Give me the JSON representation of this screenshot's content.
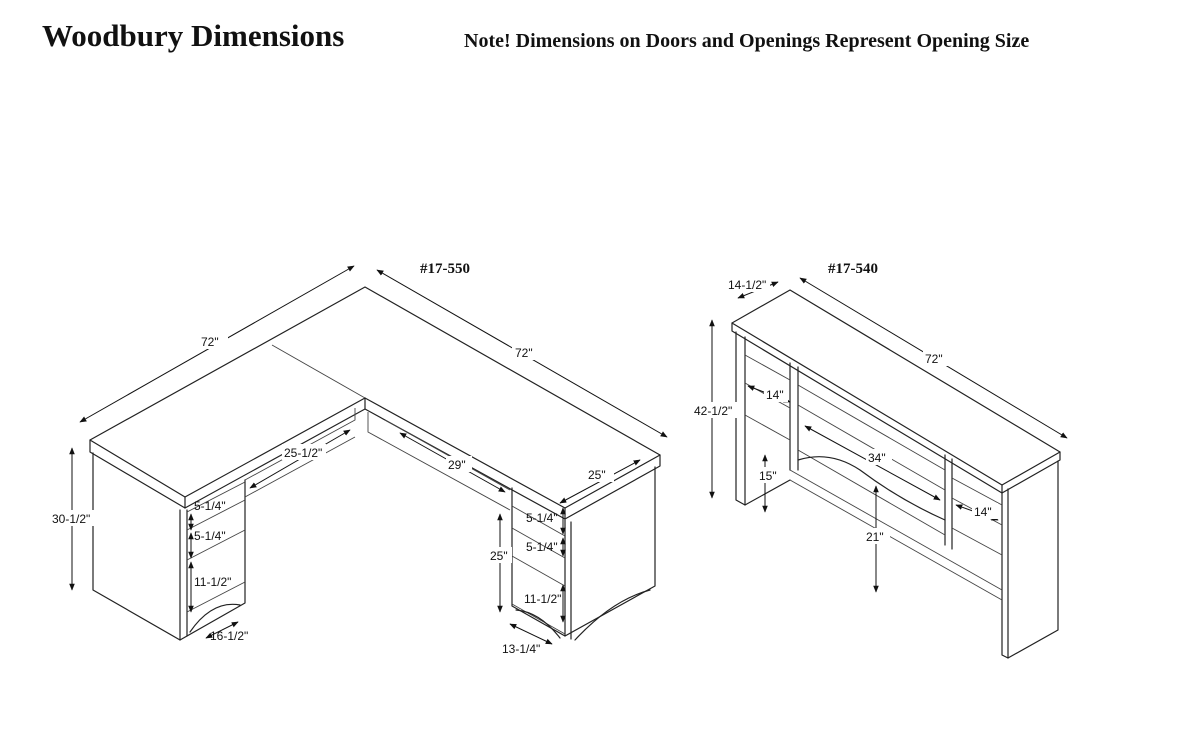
{
  "header": {
    "title": "Woodbury Dimensions",
    "note": "Note! Dimensions on Doors and Openings Represent Opening Size"
  },
  "desk": {
    "model": "#17-550",
    "dims": {
      "left_width": "72\"",
      "back_width": "72\"",
      "height": "30-1/2\"",
      "inner_left": "25-1/2\"",
      "inner_right": "29\"",
      "depth": "25\"",
      "l_shelf_top": "5-1/4\"",
      "l_shelf_mid": "5-1/4\"",
      "l_shelf_bot": "11-1/2\"",
      "l_base": "16-1/2\"",
      "r_shelf_top": "5-1/4\"",
      "r_shelf_mid": "5-1/4\"",
      "r_shelf_bot": "11-1/2\"",
      "r_knee": "25\"",
      "r_base": "13-1/4\""
    }
  },
  "hutch": {
    "model": "#17-540",
    "dims": {
      "depth": "14-1/2\"",
      "width": "72\"",
      "height": "42-1/2\"",
      "left_shelf": "14\"",
      "center_width": "34\"",
      "left_low": "15\"",
      "center_height": "21\"",
      "right_shelf": "14\""
    }
  }
}
